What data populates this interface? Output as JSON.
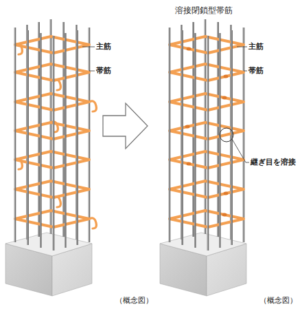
{
  "diagram": {
    "labels": [
      "溶接閉鎖型帯筋",
      "主筋",
      "帯筋",
      "主筋",
      "帯筋",
      "継ぎ目を溶接",
      "（概念図）",
      "（概念図）"
    ]
  }
}
